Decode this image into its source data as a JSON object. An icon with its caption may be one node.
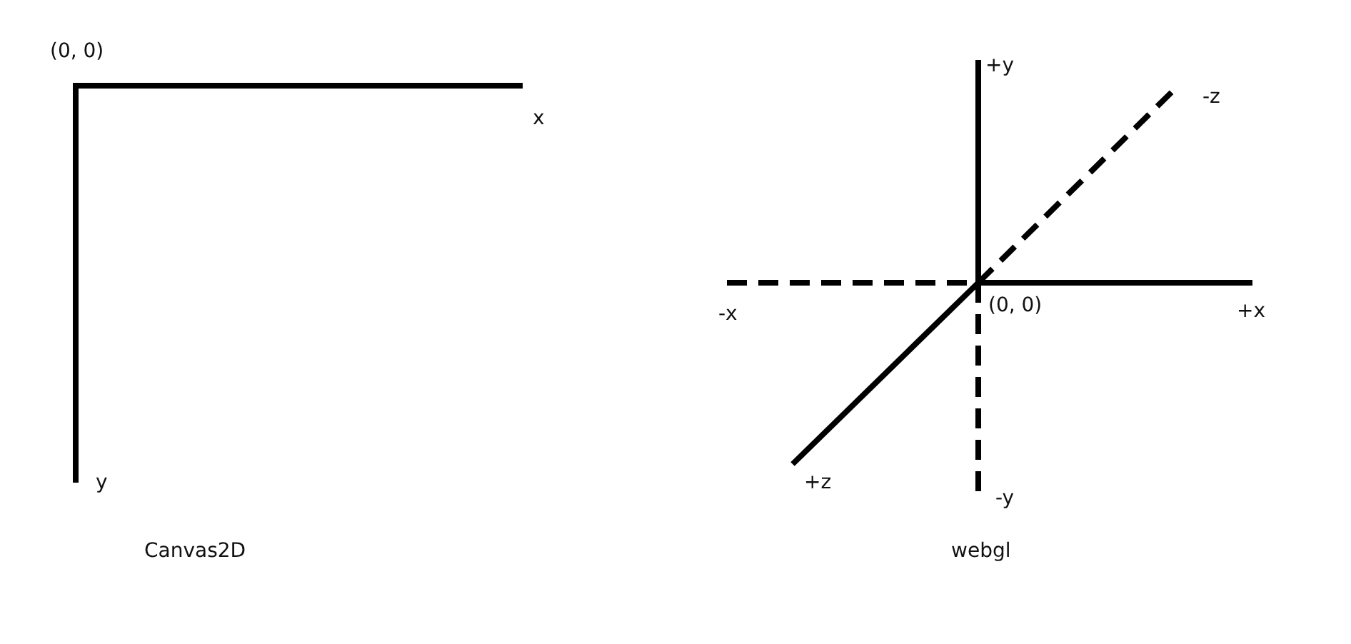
{
  "diagram": {
    "labels": [
      "(0, 0)",
      "+y",
      "-z",
      "x",
      "(0, 0)",
      "-x",
      "+x",
      "y",
      "+z",
      "-y",
      "Canvas2D",
      "webgl"
    ]
  }
}
